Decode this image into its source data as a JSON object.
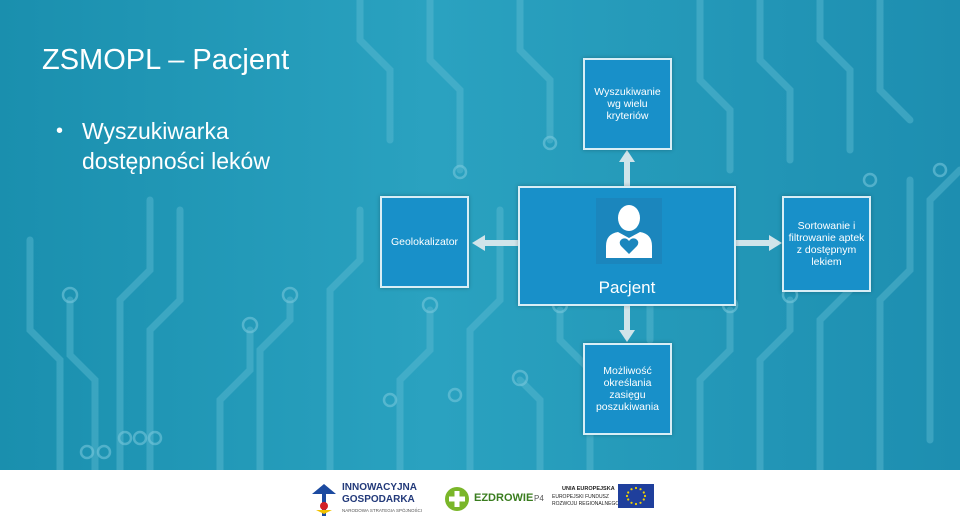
{
  "slide": {
    "title": "ZSMOPL – Pacjent",
    "bullet": "Wyszukiwarka dostępności leków"
  },
  "diagram": {
    "center": "Pacjent",
    "top": "Wyszukiwanie wg wielu kryteriów",
    "left": "Geolokalizator",
    "right": "Sortowanie i filtrowanie aptek z dostępnym lekiem",
    "bottom": "Możliwość określania zasięgu poszukiwania"
  },
  "footer": {
    "logo1_line1": "INNOWACYJNA",
    "logo1_line2": "GOSPODARKA",
    "logo1_line3": "NARODOWA STRATEGIA SPÓJNOŚCI",
    "logo2": "EZDROWIE",
    "logo2_suffix": "P4",
    "logo3_line1": "UNIA EUROPEJSKA",
    "logo3_line2": "EUROPEJSKI FUNDUSZ",
    "logo3_line3": "ROZWOJU REGIONALNEGO"
  },
  "colors": {
    "background": "#1f97b8",
    "node_fill": "#1890c9",
    "node_border": "#d8eef6",
    "arrow": "#d0e4ea"
  }
}
